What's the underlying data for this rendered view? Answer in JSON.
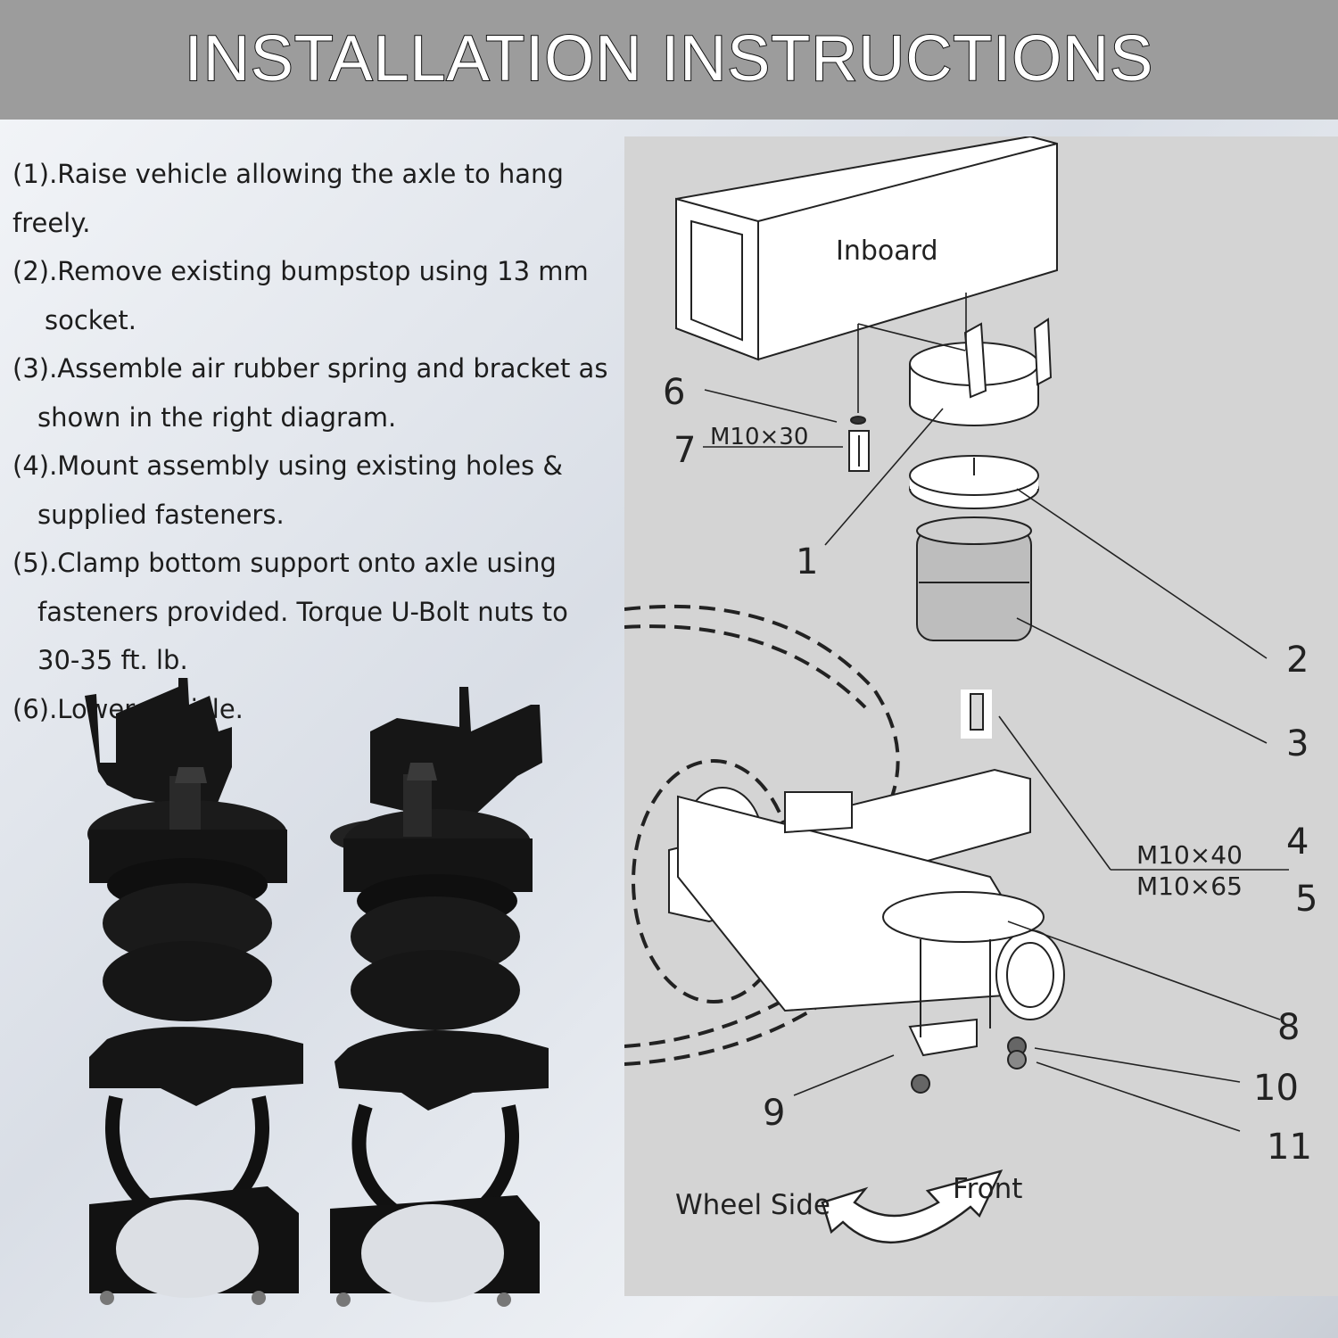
{
  "header": {
    "title": "INSTALLATION INSTRUCTIONS"
  },
  "steps": [
    {
      "first": "(1).Raise vehicle allowing the axle to hang freely.",
      "rest": []
    },
    {
      "first": "(2).Remove existing bumpstop using 13 mm",
      "rest": [
        "socket."
      ]
    },
    {
      "first": "(3).Assemble air rubber spring and bracket as",
      "rest": [
        "shown in the right diagram."
      ]
    },
    {
      "first": "(4).Mount assembly using existing holes &",
      "rest": [
        "supplied fasteners."
      ]
    },
    {
      "first": "(5).Clamp bottom support onto axle using",
      "rest": [
        "fasteners provided. Torque U-Bolt nuts to",
        "30-35 ft. lb."
      ]
    },
    {
      "first": "(6).Lower vehicle.",
      "rest": []
    }
  ],
  "diagram": {
    "inboard_label": "Inboard",
    "callouts": [
      "1",
      "2",
      "3",
      "4",
      "5",
      "6",
      "7",
      "8",
      "9",
      "10",
      "11"
    ],
    "bolt_m10x30": "M10×30",
    "bolt_m10x40": "M10×40",
    "bolt_m10x65": "M10×65",
    "wheel_side_label": "Wheel Side",
    "front_label": "Front"
  }
}
